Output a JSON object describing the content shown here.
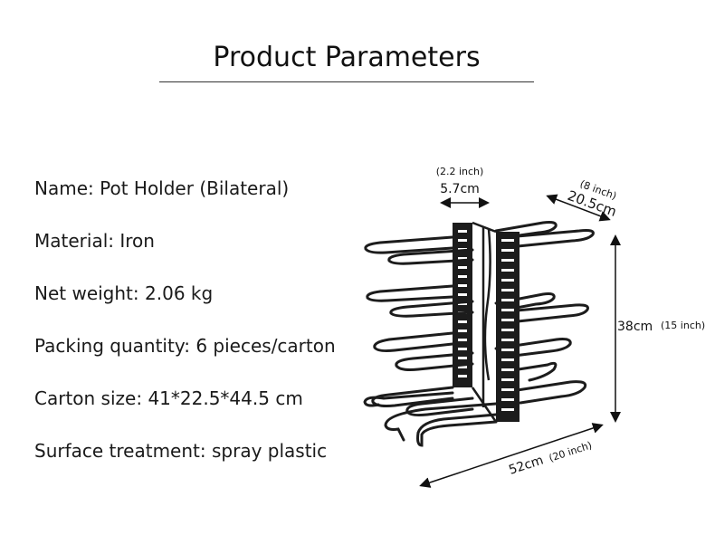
{
  "title": "Product Parameters",
  "params": [
    {
      "label": "Name",
      "value": "Pot Holder (Bilateral)"
    },
    {
      "label": "Material",
      "value": "Iron"
    },
    {
      "label": "Net weight",
      "value": "2.06 kg"
    },
    {
      "label": "Packing quantity",
      "value": "6 pieces/carton"
    },
    {
      "label": "Carton size",
      "value": "41*22.5*44.5 cm"
    },
    {
      "label": "Surface treatment",
      "value": "spray plastic"
    }
  ],
  "dimensions": {
    "thickness": {
      "main": "5.7cm",
      "inch": "(2.2 inch)"
    },
    "depth": {
      "main": "20.5cm",
      "inch": "(8 inch)"
    },
    "height": {
      "main": "38cm",
      "inch": "(15 inch)"
    },
    "width": {
      "main": "52cm",
      "inch": "(20 inch)"
    }
  },
  "colors": {
    "rack": "#1c1c1c",
    "text": "#111111",
    "rule": "#333333"
  }
}
